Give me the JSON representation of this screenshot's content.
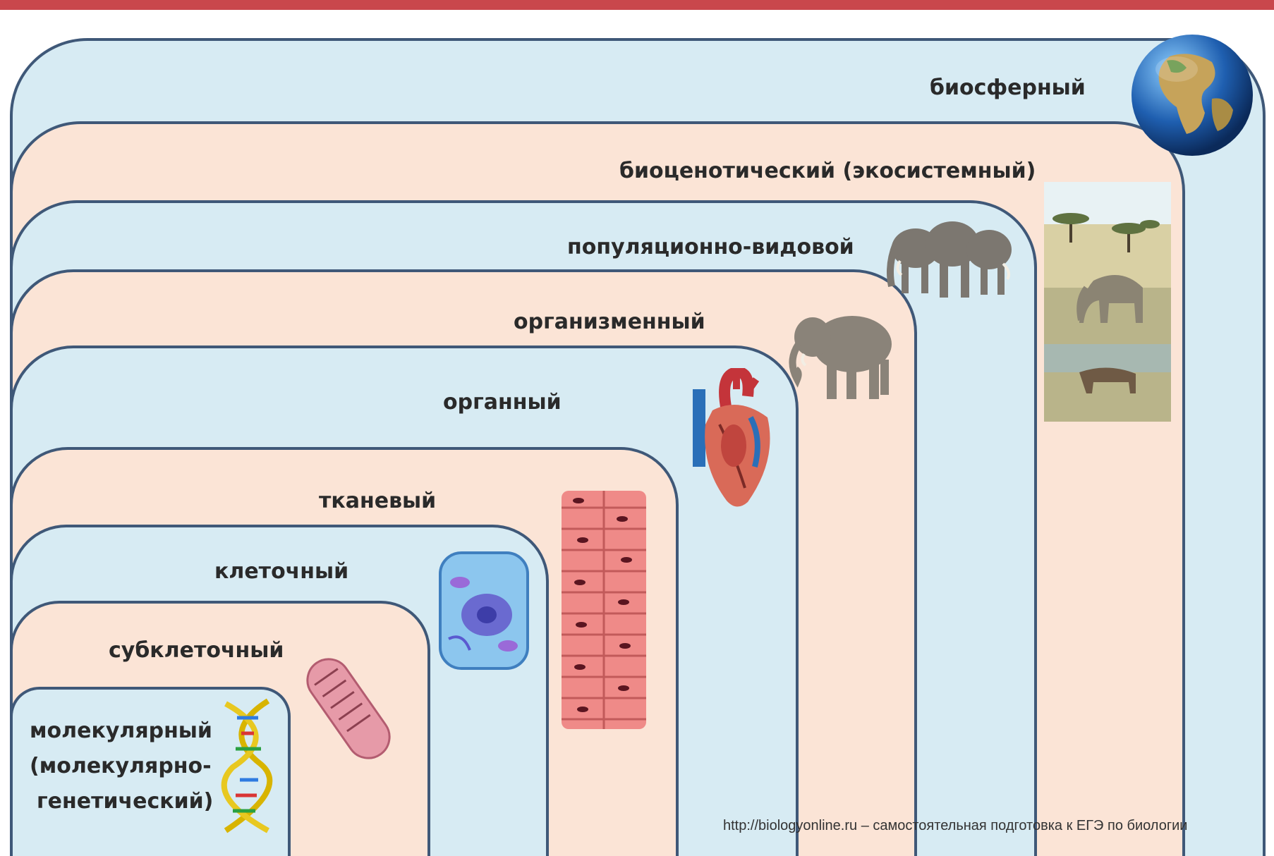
{
  "levels": {
    "biosphere": "биосферный",
    "biocenotic": "биоценотический (экосистемный)",
    "population": "популяционно-видовой",
    "organism": "организменный",
    "organ": "органный",
    "tissue": "тканевый",
    "cellular": "клеточный",
    "subcellular": "субклеточный",
    "molecular_line1": "молекулярный",
    "molecular_line2": "(молекулярно-",
    "molecular_line3": "генетический)"
  },
  "footer": {
    "url": "http://biologyonline.ru",
    "text": " – самостоятельная  подготовка к ЕГЭ по биологии"
  },
  "colors": {
    "border": "#3f5878",
    "blue_fill": "#d7ebf3",
    "peach_fill": "#fbe4d6",
    "title_red": "#c0272d"
  }
}
